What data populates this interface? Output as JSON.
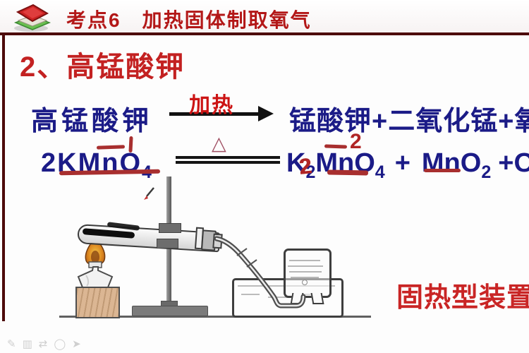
{
  "header": {
    "title": "考点6　加热固体制取氧气"
  },
  "section": {
    "title": "2、高锰酸钾"
  },
  "word_equation": {
    "reactant": "高锰酸钾",
    "condition": "加热",
    "products": "锰酸钾+二氧化锰+氧气"
  },
  "chemical_equation": {
    "lhs_formula": "2KMnO",
    "lhs_sub": "4",
    "delta": "△",
    "rhs_k": "K",
    "rhs_k_sub": "2",
    "rhs_mn_o": "MnO",
    "rhs_mn_o_sub": "4",
    "plus": "+",
    "rhs2_formula": "MnO",
    "rhs2_sub": "2",
    "tail": "+O",
    "annotations": {
      "handwritten_two": "2",
      "oxidation_two": "2"
    }
  },
  "diagram": {
    "caption": "固热型装置",
    "parts": [
      "alcohol-lamp",
      "flame",
      "wood-block",
      "test-tube",
      "potassium-permanganate-powder",
      "iron-stand",
      "clamp",
      "rubber-stopper",
      "delivery-tube",
      "water-trough",
      "gas-collecting-bottle"
    ]
  },
  "footer_tools": [
    {
      "name": "pen-tool-icon",
      "glyph": "✎"
    },
    {
      "name": "lines-tool-icon",
      "glyph": "▥"
    },
    {
      "name": "arrows-tool-icon",
      "glyph": "⇄"
    },
    {
      "name": "ellipse-tool-icon",
      "glyph": "◯"
    },
    {
      "name": "pointer-tool-icon",
      "glyph": "➤"
    }
  ],
  "colors": {
    "accent_red": "#c32121",
    "equation_navy": "#1b1b87",
    "maroon_rule": "#4d0a0a",
    "annotation_red": "#a82f2f",
    "caption_red": "#c92525"
  }
}
